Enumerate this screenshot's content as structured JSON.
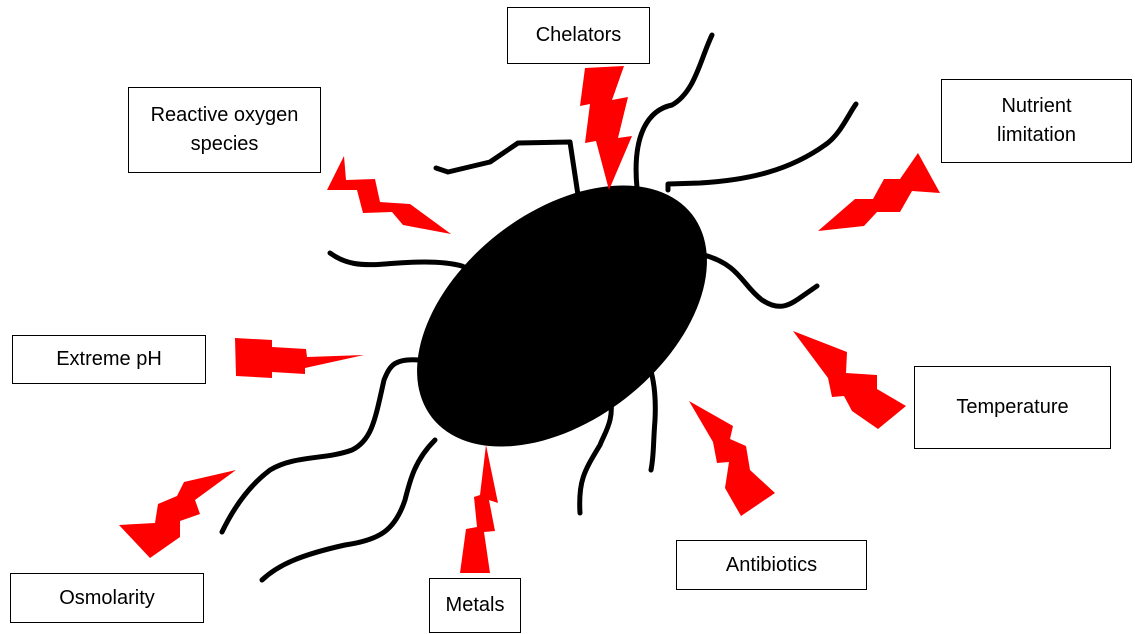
{
  "diagram": {
    "stressors": [
      {
        "key": "chelators",
        "label": "Chelators"
      },
      {
        "key": "nutrient_limitation",
        "label": "Nutrient\nlimitation"
      },
      {
        "key": "reactive_oxygen_species",
        "label": "Reactive oxygen\nspecies"
      },
      {
        "key": "extreme_ph",
        "label": "Extreme pH"
      },
      {
        "key": "temperature",
        "label": "Temperature"
      },
      {
        "key": "osmolarity",
        "label": "Osmolarity"
      },
      {
        "key": "metals",
        "label": "Metals"
      },
      {
        "key": "antibiotics",
        "label": "Antibiotics"
      }
    ],
    "colors": {
      "bolt": "#ff0000",
      "cell": "#000000",
      "box_border": "#000000",
      "background": "#ffffff"
    }
  }
}
